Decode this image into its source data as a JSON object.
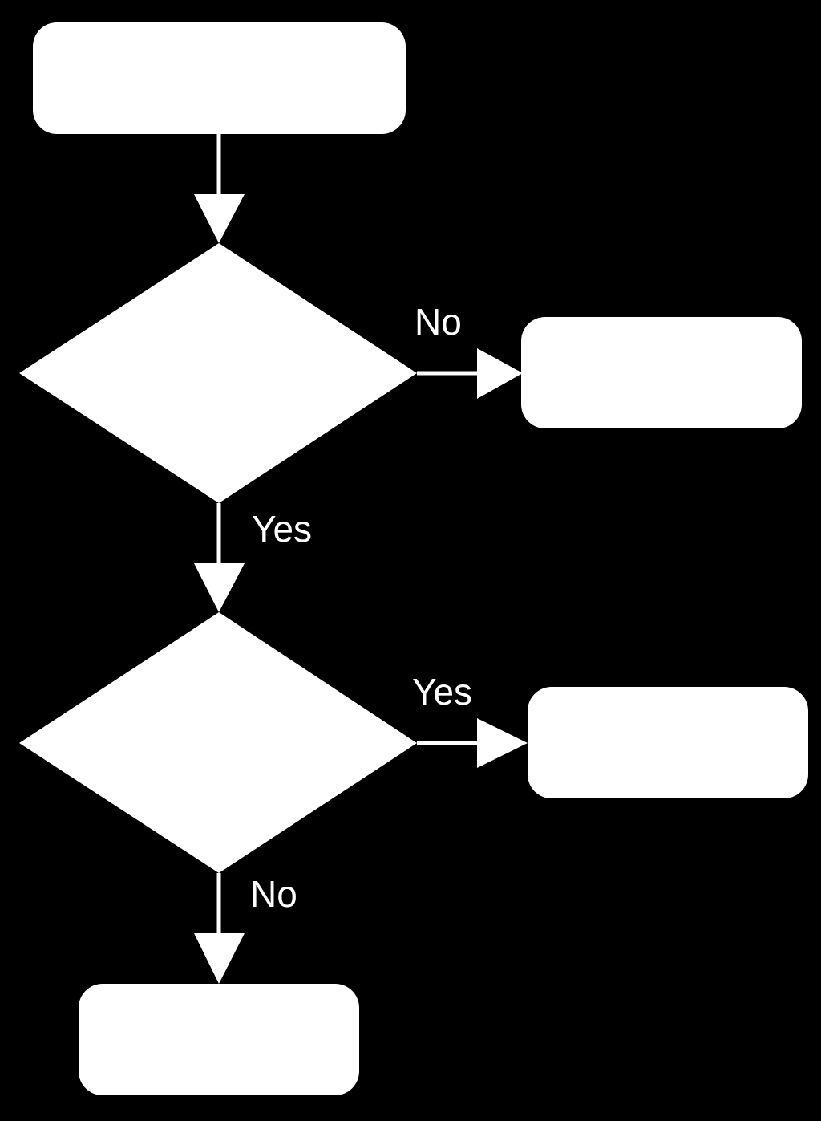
{
  "diagram": {
    "type": "flowchart",
    "background_color": "#000000",
    "foreground_color": "#ffffff",
    "nodes": [
      {
        "id": "start",
        "shape": "rounded-rectangle",
        "text": ""
      },
      {
        "id": "decision-1",
        "shape": "diamond",
        "text": ""
      },
      {
        "id": "outcome-right-1",
        "shape": "rounded-rectangle",
        "text": ""
      },
      {
        "id": "decision-2",
        "shape": "diamond",
        "text": ""
      },
      {
        "id": "outcome-right-2",
        "shape": "rounded-rectangle",
        "text": ""
      },
      {
        "id": "end",
        "shape": "rounded-rectangle",
        "text": ""
      }
    ],
    "edges": [
      {
        "from": "start",
        "to": "decision-1",
        "label": ""
      },
      {
        "from": "decision-1",
        "to": "outcome-right-1",
        "label": "No"
      },
      {
        "from": "decision-1",
        "to": "decision-2",
        "label": "Yes"
      },
      {
        "from": "decision-2",
        "to": "outcome-right-2",
        "label": "Yes"
      },
      {
        "from": "decision-2",
        "to": "end",
        "label": "No"
      }
    ]
  }
}
